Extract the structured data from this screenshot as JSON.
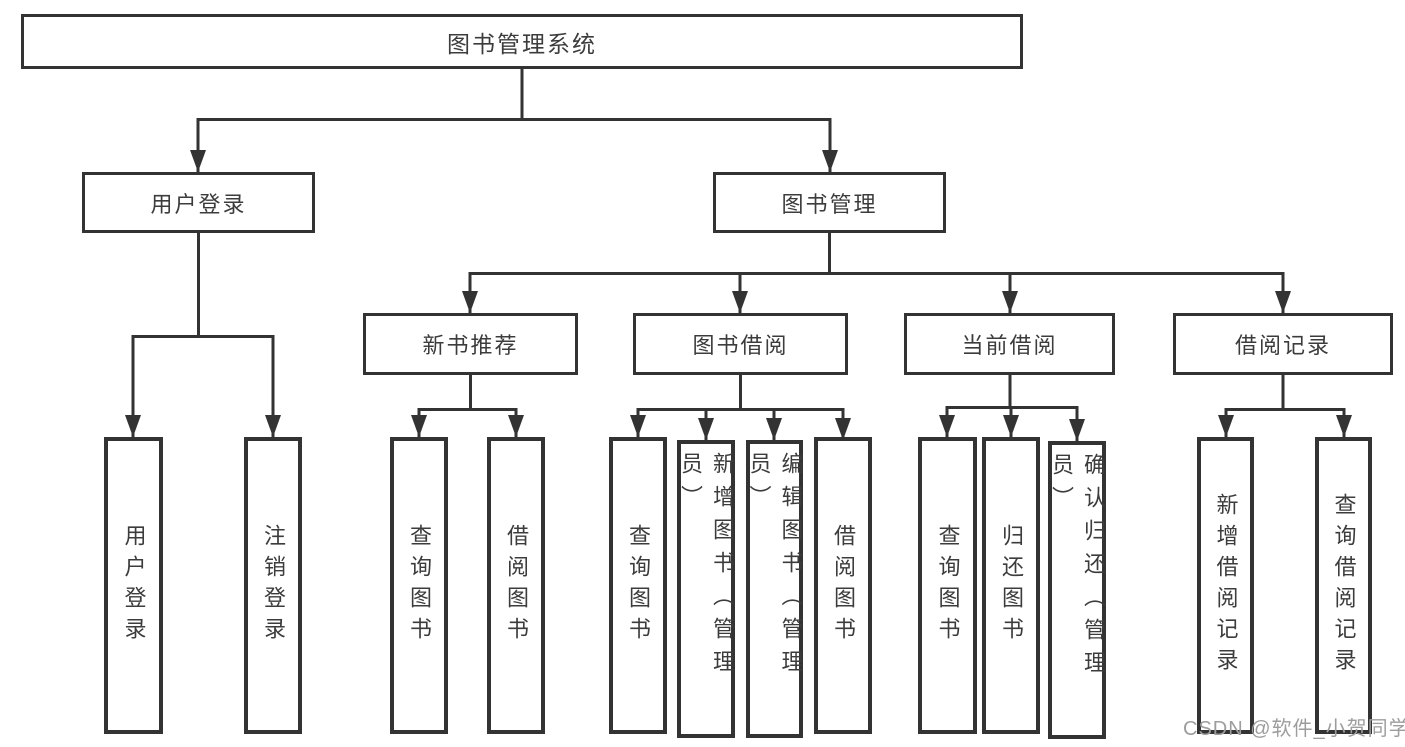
{
  "diagram_type": "functional-structure-tree",
  "colors": {
    "line": "#333333",
    "box_border": "#333333",
    "box_fill": "#ffffff",
    "text": "#3c3c3c",
    "watermark": "#9d9d9d",
    "background": "#ffffff"
  },
  "tree": {
    "label": "图书管理系统",
    "children": [
      {
        "label": "用户登录",
        "children": [
          {
            "label": "用户登录"
          },
          {
            "label": "注销登录"
          }
        ]
      },
      {
        "label": "图书管理",
        "children": [
          {
            "label": "新书推荐",
            "children": [
              {
                "label": "查询图书"
              },
              {
                "label": "借阅图书"
              }
            ]
          },
          {
            "label": "图书借阅",
            "children": [
              {
                "label": "查询图书"
              },
              {
                "label": "新增图书（管理员）"
              },
              {
                "label": "编辑图书（管理员）"
              },
              {
                "label": "借阅图书"
              }
            ]
          },
          {
            "label": "当前借阅",
            "children": [
              {
                "label": "查询图书"
              },
              {
                "label": "归还图书"
              },
              {
                "label": "确认归还（管理员）"
              }
            ]
          },
          {
            "label": "借阅记录",
            "children": [
              {
                "label": "新增借阅记录"
              },
              {
                "label": "查询借阅记录"
              }
            ]
          }
        ]
      }
    ]
  },
  "watermark": {
    "text": "CSDN @软件_小贺同学"
  }
}
